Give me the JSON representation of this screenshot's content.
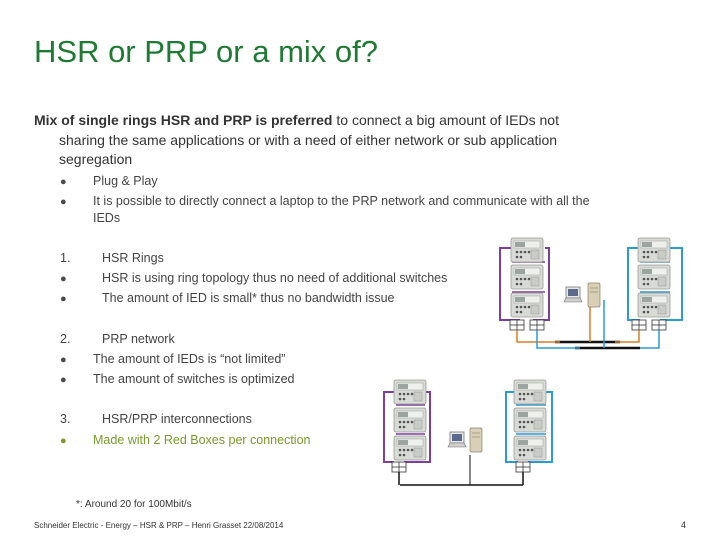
{
  "title": "HSR or PRP or a mix of?",
  "intro": {
    "bold": "Mix of single rings HSR and PRP is preferred",
    "rest": " to connect a big amount of IEDs not",
    "cont1": "sharing the same applications or with a need of either network or sub application",
    "cont2": "segregation"
  },
  "bullets_top": [
    {
      "marker": "●",
      "text": "Plug & Play"
    },
    {
      "marker": "●",
      "text": "It is possible to directly connect a laptop to the PRP network and communicate with all the"
    },
    {
      "marker": "",
      "text": "IEDs"
    }
  ],
  "section1": {
    "number": "1.",
    "heading": "HSR Rings",
    "items": [
      {
        "marker": "●",
        "text": "HSR is using ring topology thus no need of additional switches"
      },
      {
        "marker": "●",
        "text": "The amount of IED is small* thus no bandwidth issue"
      }
    ]
  },
  "section2": {
    "number": "2.",
    "heading": "PRP network",
    "items": [
      {
        "marker": "●",
        "text": "The amount of IEDs is “not limited”"
      },
      {
        "marker": "●",
        "text": "The amount of switches is optimized"
      }
    ]
  },
  "section3": {
    "number": "3.",
    "heading": "HSR/PRP interconnections",
    "items": [
      {
        "marker": "●",
        "text": "Made with 2 Red Boxes per connection"
      }
    ]
  },
  "footnote": "*: Around 20 for 100Mbit/s",
  "footer": "Schneider Electric - Energy – HSR & PRP – Henri Grasset 22/08/2014",
  "page_number": "4",
  "colors": {
    "title": "#1f7a33",
    "hsr_left_ring": "#7b3fa0",
    "hsr_right_ring": "#2b9ad6",
    "prp_link": "#e07b22",
    "red_box": "#b8d8e8",
    "highlight_text": "#7a9a2a"
  }
}
